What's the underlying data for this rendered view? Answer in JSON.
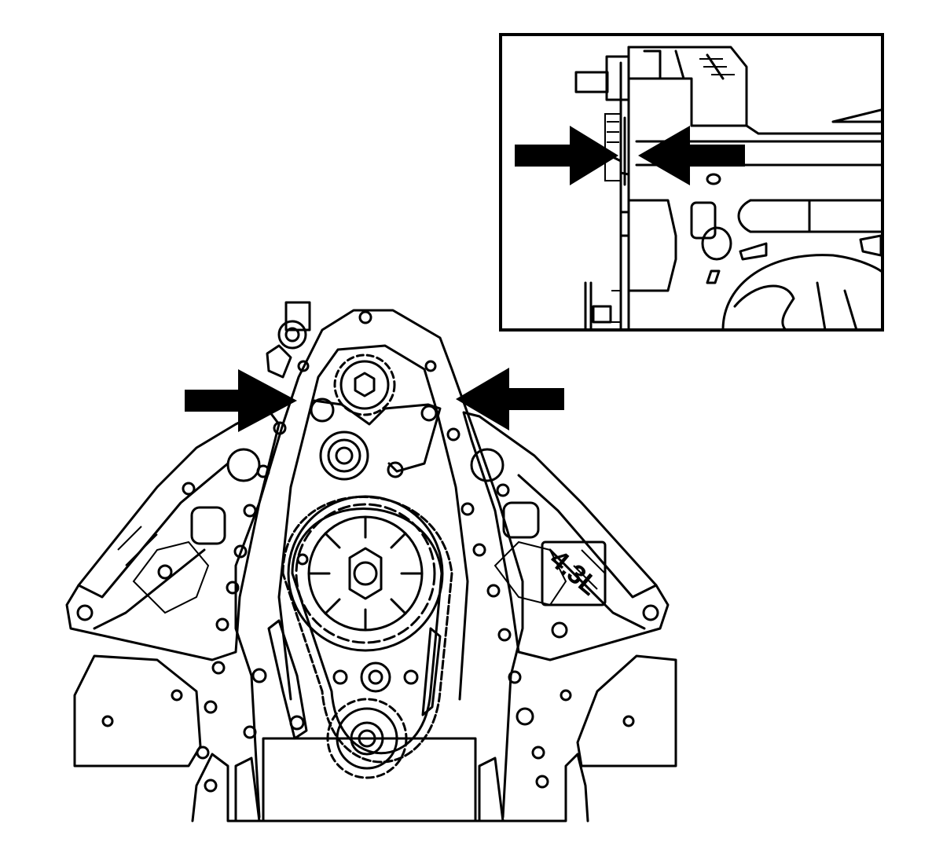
{
  "engine": {
    "displacement_label": "4.3L"
  },
  "callouts": {
    "main_arrow_count": 2,
    "inset_arrow_count": 2
  },
  "colors": {
    "line": "#000000",
    "background": "#ffffff"
  },
  "icons": [
    "arrow-right-icon",
    "arrow-left-icon"
  ]
}
